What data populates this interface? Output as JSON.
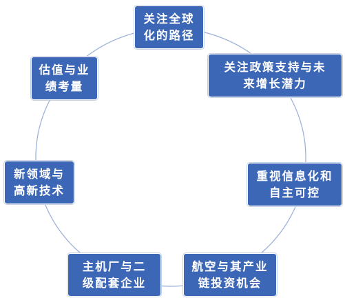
{
  "diagram": {
    "type": "cycle",
    "colors": {
      "node_fill": "#3c66b6",
      "ring": "#9fb2d8",
      "text": "#ffffff"
    },
    "nodes": [
      {
        "lines": [
          "关注全球",
          "化的路径"
        ]
      },
      {
        "lines": [
          "关注政策支持与未",
          "来增长潜力"
        ]
      },
      {
        "lines": [
          "重视信息化和",
          "自主可控"
        ]
      },
      {
        "lines": [
          "航空与其产业",
          "链投资机会"
        ]
      },
      {
        "lines": [
          "主机厂与二",
          "级配套企业"
        ]
      },
      {
        "lines": [
          "新领域与",
          "高新技术"
        ]
      },
      {
        "lines": [
          "估值与业",
          "绩考量"
        ]
      }
    ]
  }
}
